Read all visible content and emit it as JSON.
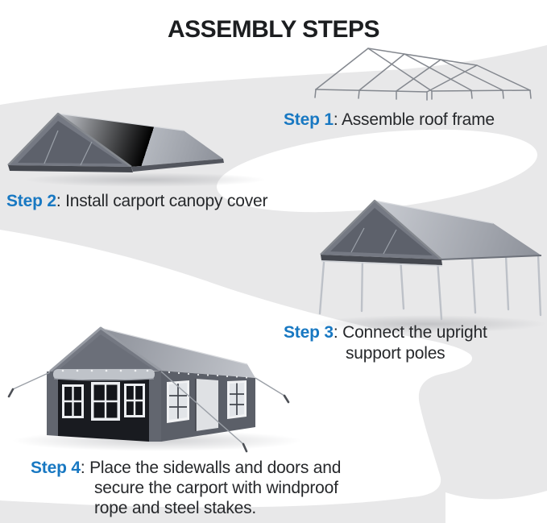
{
  "title": "ASSEMBLY STEPS",
  "accent_color": "#1878c2",
  "text_color": "#26282b",
  "band_color": "#e8e8e9",
  "canopy_gray_dark": "#5d616b",
  "canopy_gray_light": "#c6c9cf",
  "steps": [
    {
      "label": "Step 1",
      "lines": [
        ": Assemble roof frame"
      ],
      "illustration": "roof-frame-wireframe"
    },
    {
      "label": "Step 2",
      "lines": [
        ": Install carport canopy cover"
      ],
      "illustration": "canopy-cover-roof"
    },
    {
      "label": "Step 3",
      "lines": [
        ": Connect the upright",
        "support poles"
      ],
      "illustration": "canopy-with-upright-poles"
    },
    {
      "label": "Step 4",
      "lines": [
        ": Place the sidewalls and doors and",
        "secure the carport with windproof",
        "rope and steel stakes."
      ],
      "illustration": "carport-with-sidewalls-doors-ropes-stakes"
    }
  ]
}
